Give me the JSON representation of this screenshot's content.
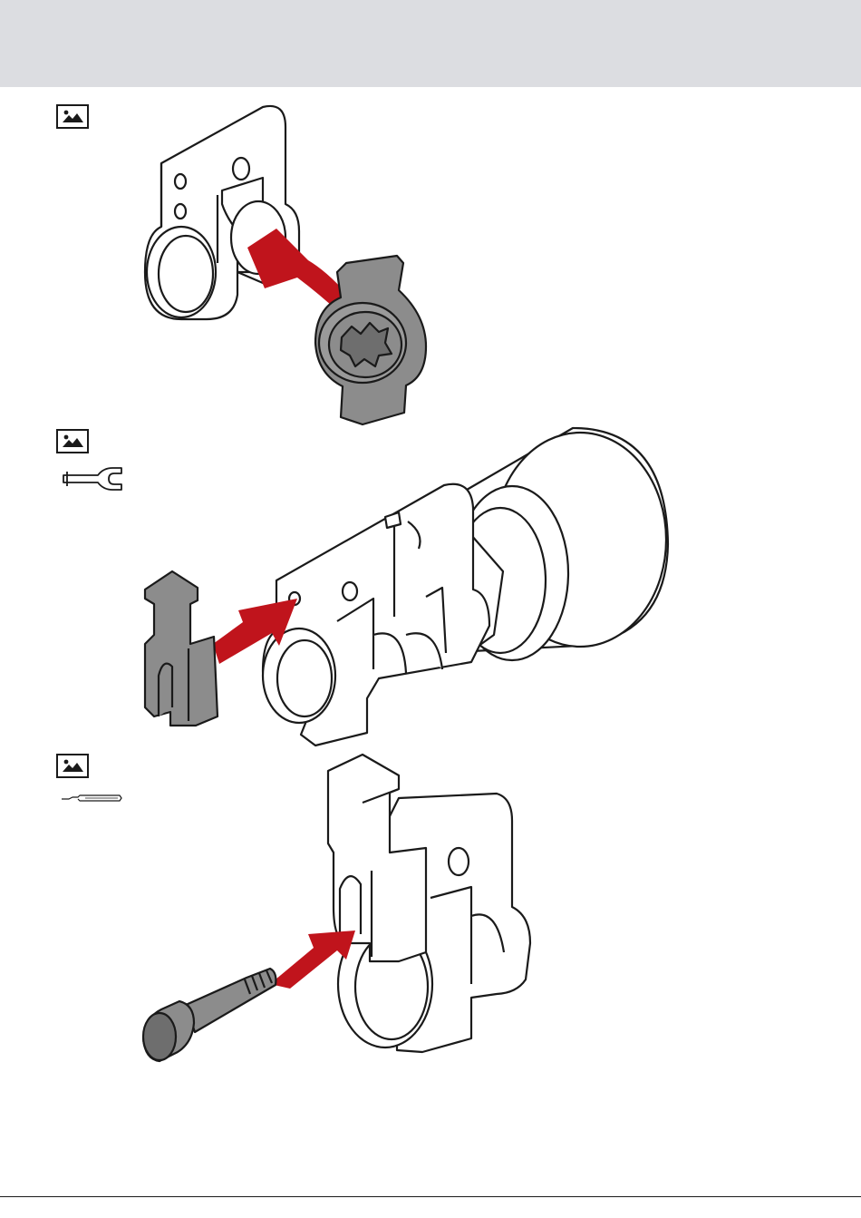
{
  "page": {
    "header_band_color": "#dcdde1",
    "accent_arrow_color": "#c0141c",
    "part_fill_color": "#8c8c8c"
  },
  "steps": [
    {
      "icon": "image-icon",
      "tool_icon": null,
      "illustration": "drive-coupling-into-cylinder-housing"
    },
    {
      "icon": "image-icon",
      "tool_icon": "fork-wrench-icon",
      "illustration": "clip-into-cylinder-body"
    },
    {
      "icon": "image-icon",
      "tool_icon": "screwdriver-icon",
      "illustration": "screw-into-clip-and-housing"
    }
  ]
}
